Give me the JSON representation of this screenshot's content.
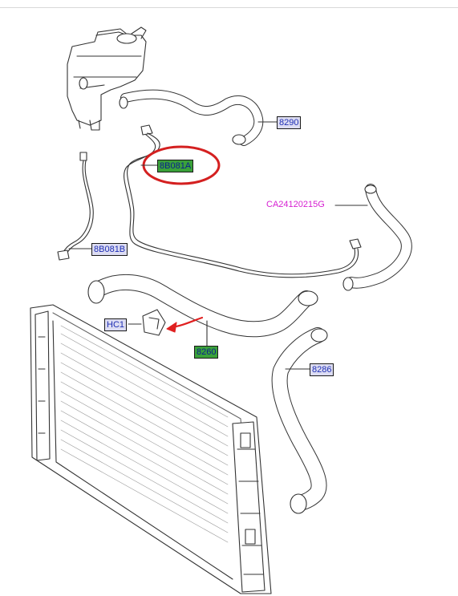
{
  "callouts": {
    "c8290": "8290",
    "c8b081a": "8B081A",
    "c8b081b": "8B081B",
    "ca_code": "CA24120215G",
    "hc1": "HC1",
    "c8260": "8260",
    "c8286": "8286"
  },
  "colors": {
    "callout_green": "#3aa13a",
    "callout_text_blue": "#1f2fb5",
    "highlight_ellipse": "#d42020",
    "arrow": "#e02020",
    "ca_text": "#d61fd1"
  }
}
